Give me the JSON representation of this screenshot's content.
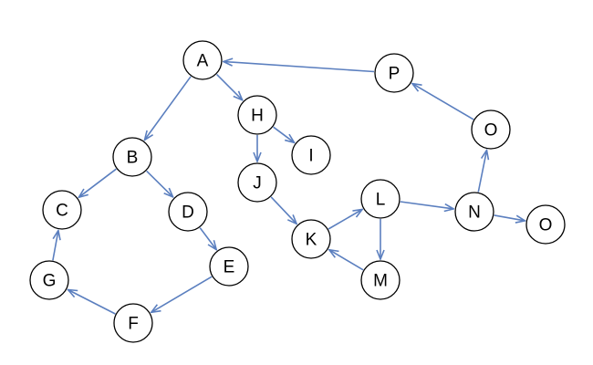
{
  "style": {
    "edge_color": "#5b7fbf",
    "node_fill": "#ffffff",
    "node_stroke": "#000000"
  },
  "nodes": [
    {
      "id": "A",
      "label": "A"
    },
    {
      "id": "P",
      "label": "P"
    },
    {
      "id": "H",
      "label": "H"
    },
    {
      "id": "O_top",
      "label": "O"
    },
    {
      "id": "B",
      "label": "B"
    },
    {
      "id": "I",
      "label": "I"
    },
    {
      "id": "J",
      "label": "J"
    },
    {
      "id": "C",
      "label": "C"
    },
    {
      "id": "D",
      "label": "D"
    },
    {
      "id": "L",
      "label": "L"
    },
    {
      "id": "N",
      "label": "N"
    },
    {
      "id": "O_right",
      "label": "O"
    },
    {
      "id": "K",
      "label": "K"
    },
    {
      "id": "E",
      "label": "E"
    },
    {
      "id": "G",
      "label": "G"
    },
    {
      "id": "M",
      "label": "M"
    },
    {
      "id": "F",
      "label": "F"
    }
  ],
  "edges": [
    {
      "from": "P",
      "to": "A"
    },
    {
      "from": "A",
      "to": "B"
    },
    {
      "from": "A",
      "to": "H"
    },
    {
      "from": "H",
      "to": "I"
    },
    {
      "from": "H",
      "to": "J"
    },
    {
      "from": "J",
      "to": "K"
    },
    {
      "from": "K",
      "to": "L"
    },
    {
      "from": "L",
      "to": "N"
    },
    {
      "from": "L",
      "to": "M"
    },
    {
      "from": "M",
      "to": "K"
    },
    {
      "from": "N",
      "to": "O_top"
    },
    {
      "from": "N",
      "to": "O_right"
    },
    {
      "from": "O_top",
      "to": "P"
    },
    {
      "from": "B",
      "to": "C"
    },
    {
      "from": "B",
      "to": "D"
    },
    {
      "from": "D",
      "to": "E"
    },
    {
      "from": "E",
      "to": "F"
    },
    {
      "from": "F",
      "to": "G"
    },
    {
      "from": "G",
      "to": "C"
    }
  ]
}
